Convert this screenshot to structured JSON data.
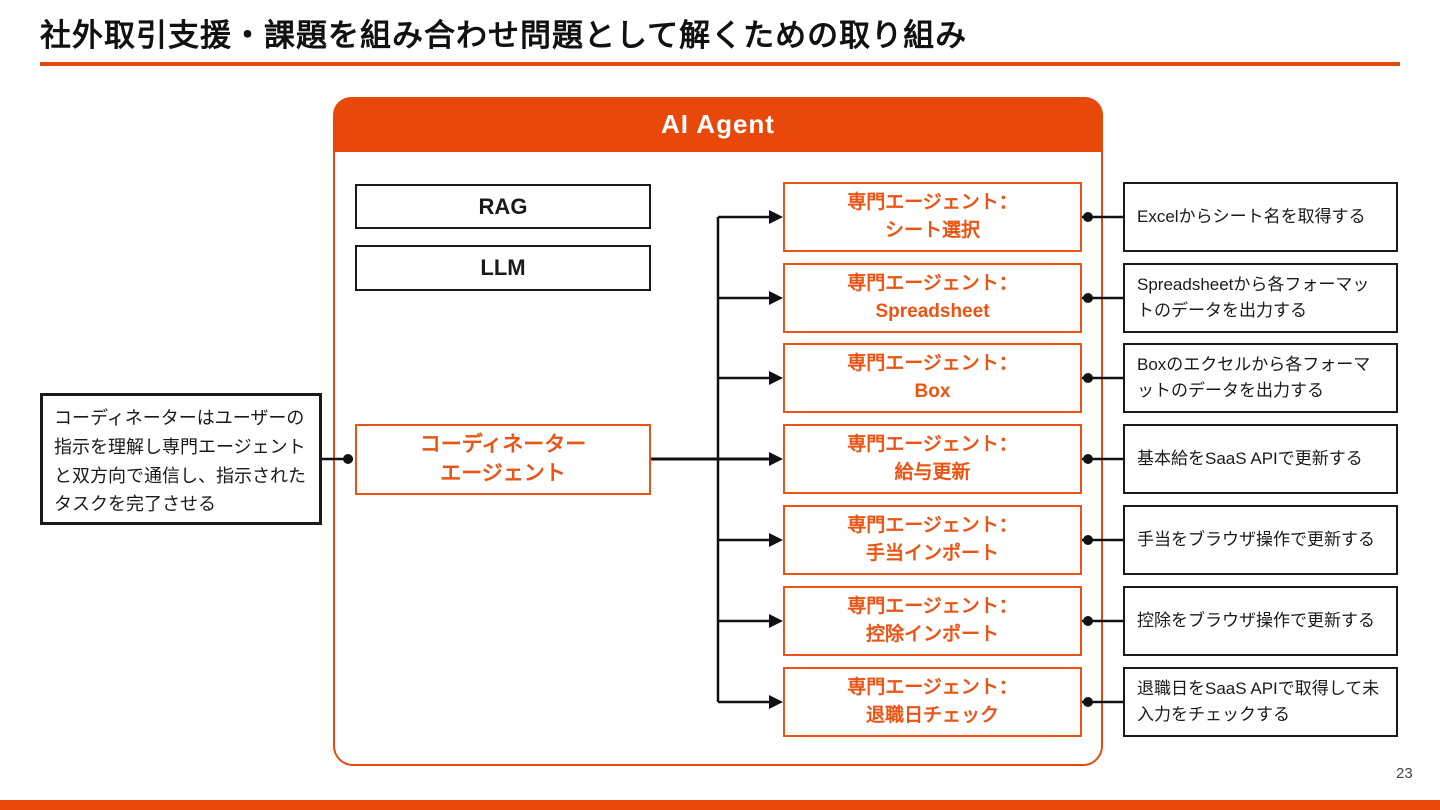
{
  "slide": {
    "title": "社外取引支援・課題を組み合わせ問題として解くための取り組み",
    "page_number": "23"
  },
  "colors": {
    "accent_orange": "#E8490B",
    "box_orange": "#EB5413",
    "text_black": "#1A1A1A",
    "header_text": "#FFFFFF"
  },
  "diagram": {
    "container_title": "AI Agent",
    "components": [
      {
        "label": "RAG"
      },
      {
        "label": "LLM"
      }
    ],
    "coordinator": {
      "label_line1": "コーディネーター",
      "label_line2": "エージェント",
      "note": "コーディネーターはユーザーの指示を理解し専門エージェントと双方向で通信し、指示されたタスクを完了させる"
    },
    "agents": [
      {
        "prefix": "専門エージェント：",
        "name": "シート選択",
        "description": "Excelからシート名を取得する"
      },
      {
        "prefix": "専門エージェント：",
        "name": "Spreadsheet",
        "description": "Spreadsheetから各フォーマットのデータを出力する"
      },
      {
        "prefix": "専門エージェント：",
        "name": "Box",
        "description": "Boxのエクセルから各フォーマットのデータを出力する"
      },
      {
        "prefix": "専門エージェント：",
        "name": "給与更新",
        "description": "基本給をSaaS APIで更新する"
      },
      {
        "prefix": "専門エージェント：",
        "name": "手当インポート",
        "description": "手当をブラウザ操作で更新する"
      },
      {
        "prefix": "専門エージェント：",
        "name": "控除インポート",
        "description": "控除をブラウザ操作で更新する"
      },
      {
        "prefix": "専門エージェント：",
        "name": "退職日チェック",
        "description": "退職日をSaaS APIで取得して未入力をチェックする"
      }
    ]
  }
}
